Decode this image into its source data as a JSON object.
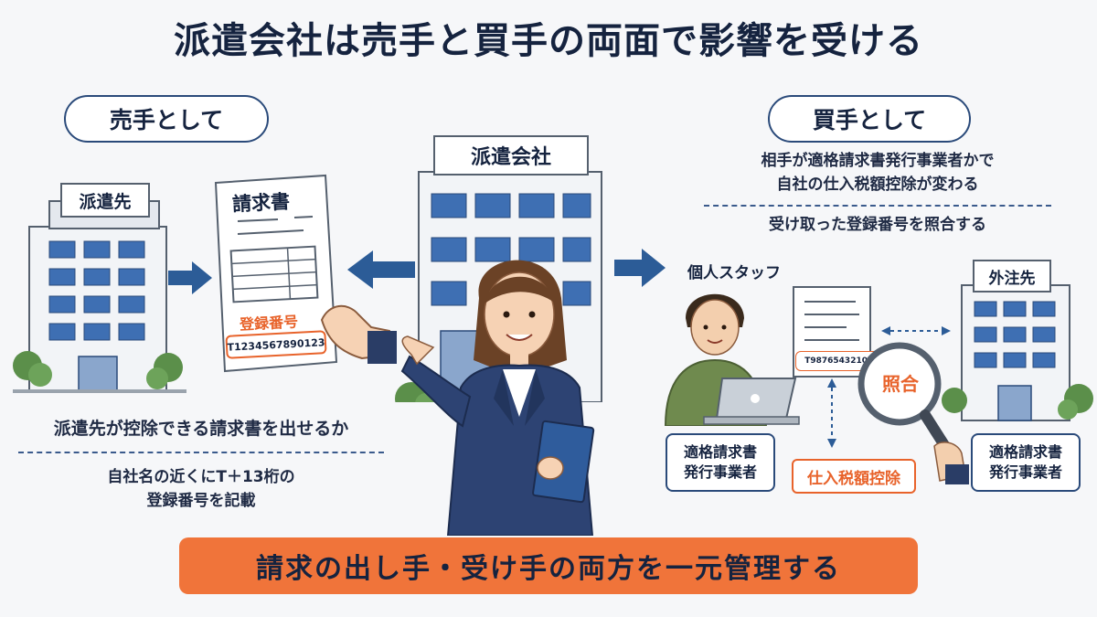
{
  "title": "派遣会社は売手と買手の両面で影響を受ける",
  "seller": {
    "heading": "売手として",
    "client_sign": "派遣先",
    "invoice": {
      "title": "請求書",
      "reg_label": "登録番号",
      "reg_number": "T1234567890123"
    },
    "caption1": "派遣先が控除できる請求書を出せるか",
    "caption2_line1": "自社名の近くにT＋13桁の",
    "caption2_line2": "登録番号を記載"
  },
  "company": {
    "sign": "派遣会社"
  },
  "buyer": {
    "heading": "買手として",
    "caption1_line1": "相手が適格請求書発行事業者かで",
    "caption1_line2": "自社の仕入税額控除が変わる",
    "caption2": "受け取った登録番号を照合する",
    "staff_label": "個人スタッフ",
    "contractor_sign": "外注先",
    "doc_number": "T9876543210987",
    "check_label": "照合",
    "credit_label": "仕入税額控除",
    "qualified_left_line1": "適格請求書",
    "qualified_left_line2": "発行事業者",
    "qualified_right_line1": "適格請求書",
    "qualified_right_line2": "発行事業者"
  },
  "banner": "請求の出し手・受け手の両方を一元管理する",
  "colors": {
    "navy": "#2a4a7a",
    "accent_orange": "#f0743a",
    "arrow_blue": "#2c5c97"
  }
}
